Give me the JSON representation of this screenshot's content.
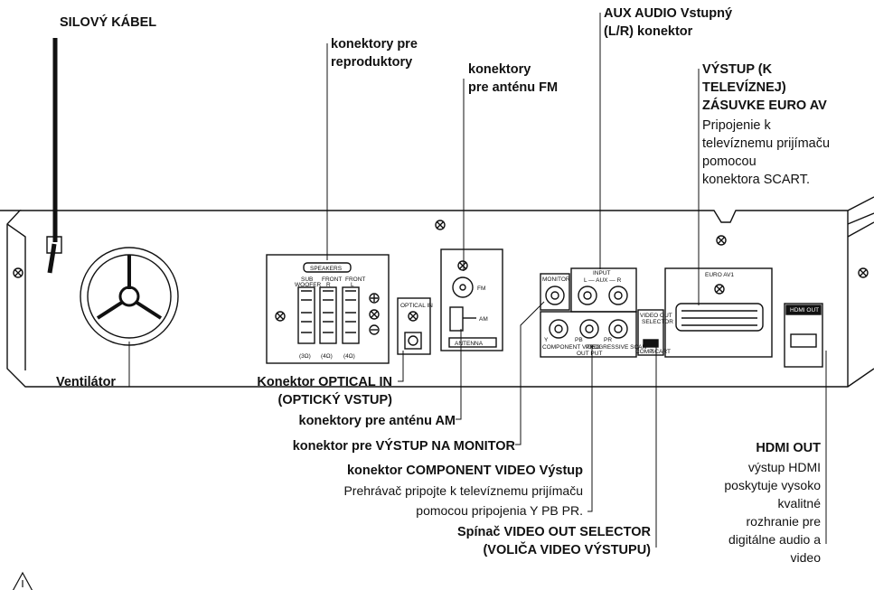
{
  "labels": {
    "power_cable": "SILOVÝ KÁBEL",
    "speaker_connectors": [
      "konektory pre",
      "reproduktory"
    ],
    "fm_antenna": [
      "konektory",
      "pre anténu FM"
    ],
    "aux_audio": [
      "AUX AUDIO Vstupný",
      "(L/R) konektor"
    ],
    "euro_av_title": [
      "VÝSTUP (K",
      "TELEVÍZNEJ)",
      "ZÁSUVKE EURO AV"
    ],
    "euro_av_desc": [
      "Pripojenie k",
      "televíznemu prijímaču",
      "pomocou",
      "konektora SCART."
    ],
    "fan": "Ventilátor",
    "optical_in": [
      "Konektor OPTICAL IN",
      "(OPTICKÝ VSTUP)"
    ],
    "am_antenna": "konektory pre anténu AM",
    "monitor_out": "konektor pre VÝSTUP NA MONITOR",
    "component_title": "konektor COMPONENT VIDEO Výstup",
    "component_desc": [
      "Prehrávač pripojte k televíznemu prijímaču",
      "pomocou pripojenia Y PB PR."
    ],
    "video_selector": [
      "Spínač VIDEO OUT SELECTOR",
      "(VOLIČA VIDEO VÝSTUPU)"
    ],
    "hdmi_title": "HDMI OUT",
    "hdmi_desc": [
      "výstup HDMI",
      "poskytuje vysoko",
      "kvalitné",
      "rozhranie pre",
      "digitálne audio a",
      "video"
    ]
  },
  "panel": {
    "speakers": "SPEAKERS",
    "sub_woofer": [
      "SUB",
      "WOOFER"
    ],
    "front_r": [
      "FRONT",
      "R"
    ],
    "front_l": [
      "FRONT",
      "L"
    ],
    "ohm_sub": "(3Ω)",
    "ohm_r": "(4Ω)",
    "ohm_l": "(4Ω)",
    "optical_in": "OPTICAL IN",
    "fm": "FM",
    "am": "AM",
    "antenna": "ANTENNA",
    "monitor": "MONITOR",
    "input": "INPUT",
    "aux": "L — AUX — R",
    "y": "Y",
    "pb": "PB",
    "pr": "PR",
    "component_video": "COMPONENT VIDEO",
    "progressive_scan": "PROGRESSIVE SCAN",
    "output": "OUT PUT",
    "video_out_selector": [
      "VIDEO OUT",
      "SELECTOR"
    ],
    "sel_left": "COMP.",
    "sel_right": "SCART",
    "euro_av": "EURO AV1",
    "hdmi_out": "HDMI OUT"
  }
}
